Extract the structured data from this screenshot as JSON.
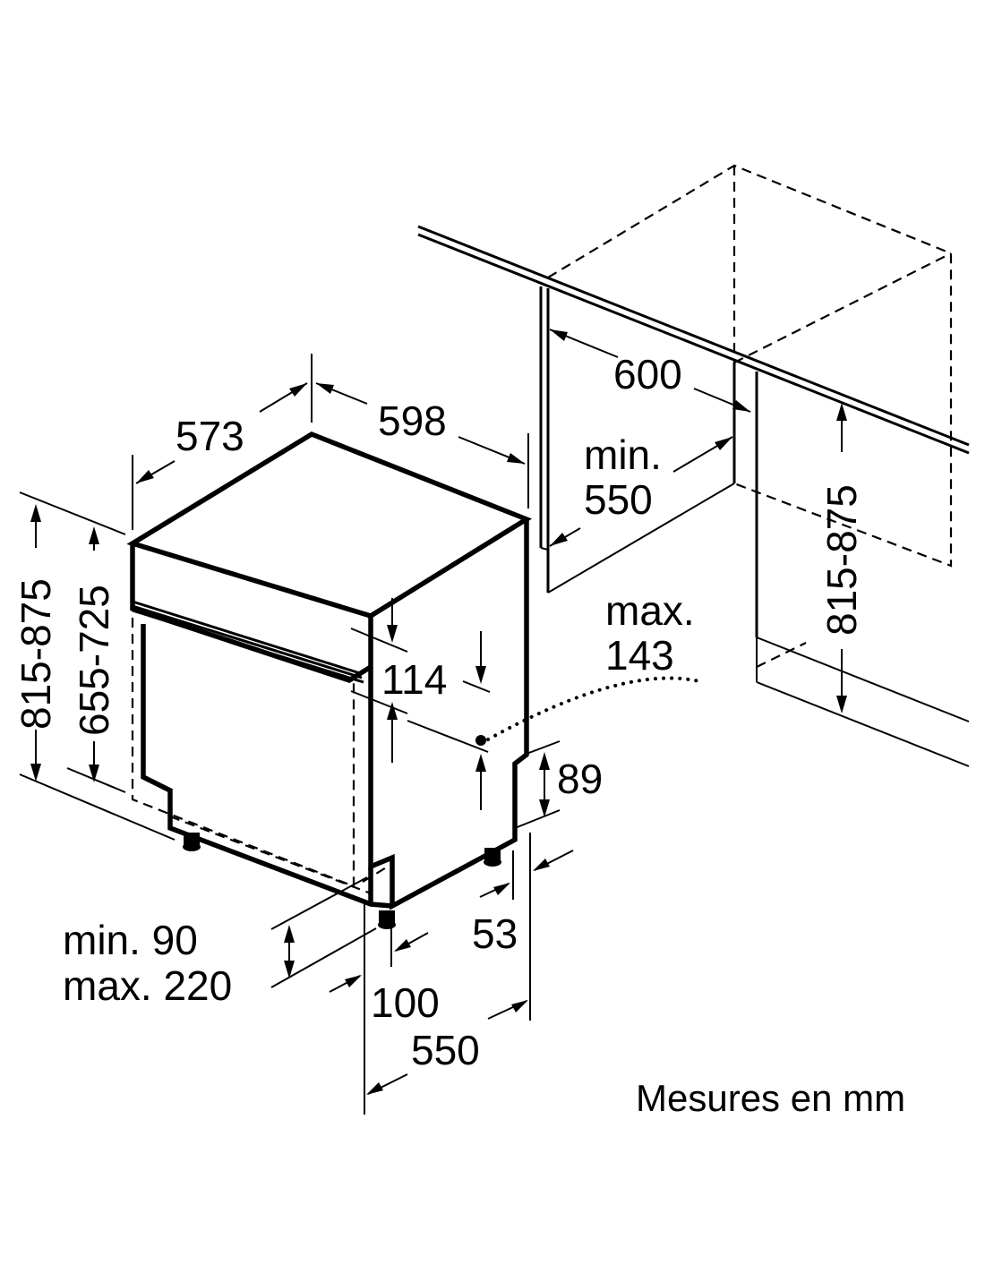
{
  "dimensions": {
    "depth_573": "573",
    "width_598": "598",
    "niche_width_600": "600",
    "niche_depth_min_line1": "min.",
    "niche_depth_min_line2": "550",
    "niche_height": "815-875",
    "height_total": "815-875",
    "height_body": "655-725",
    "panel_114": "114",
    "hose_max_line1": "max.",
    "hose_max_line2": "143",
    "plinth_89": "89",
    "foot_53": "53",
    "plinth_min_line1": "min. 90",
    "plinth_max_line2": "max. 220",
    "offset_100": "100",
    "depth_550": "550"
  },
  "caption": "Mesures en mm"
}
